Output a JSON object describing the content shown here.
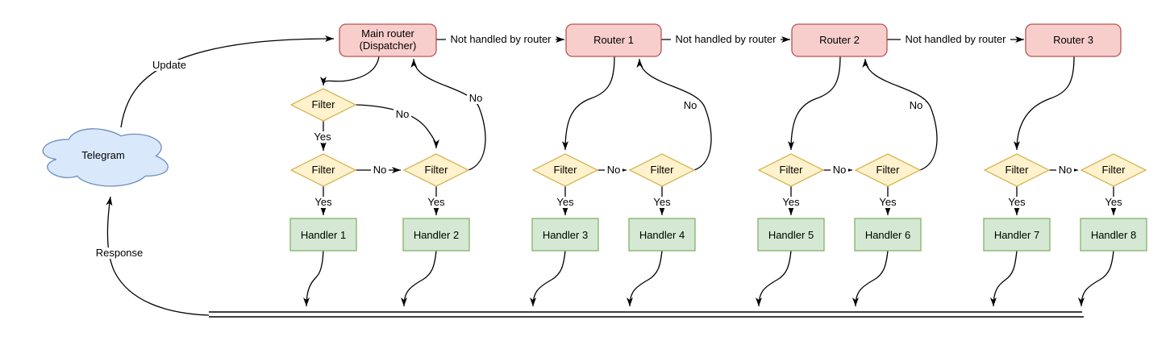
{
  "diagram": {
    "nodes": {
      "telegram": "Telegram",
      "main_router": [
        "Main router",
        "(Dispatcher)"
      ],
      "routers": [
        "Router 1",
        "Router 2",
        "Router 3"
      ],
      "filter": "Filter",
      "handlers": [
        "Handler 1",
        "Handler 2",
        "Handler 3",
        "Handler 4",
        "Handler 5",
        "Handler 6",
        "Handler 7",
        "Handler 8"
      ]
    },
    "edge_labels": {
      "update": "Update",
      "response": "Response",
      "not_handled": "Not handled by router",
      "yes": "Yes",
      "no": "No"
    },
    "colors": {
      "cloud_fill": "#dae8fc",
      "cloud_stroke": "#6c8ebf",
      "router_fill": "#f8cecc",
      "router_stroke": "#b85450",
      "filter_fill": "#fff2cc",
      "filter_stroke": "#d6b656",
      "handler_fill": "#d5e8d4",
      "handler_stroke": "#82b366",
      "edge_stroke": "#000000",
      "background": "#ffffff"
    }
  }
}
